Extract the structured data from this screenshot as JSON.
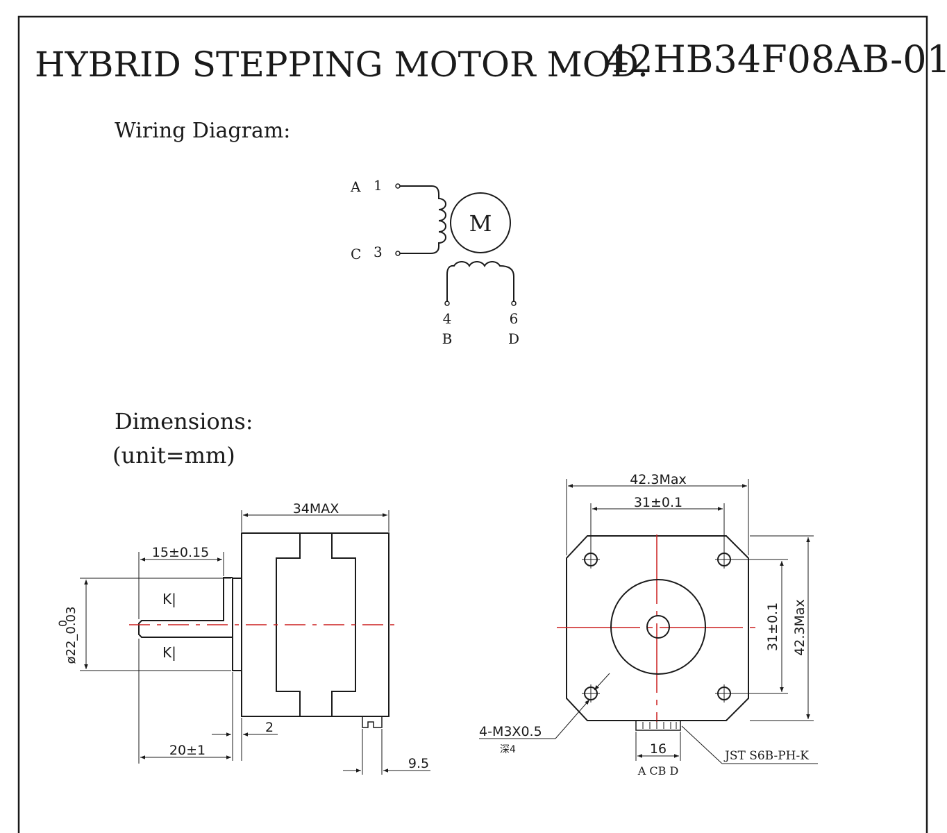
{
  "title": {
    "prefix": "HYBRID STEPPING MOTOR MOD.",
    "model": "42HB34F08AB-01"
  },
  "wiring": {
    "heading": "Wiring Diagram:",
    "motor_label": "M",
    "coil_a": {
      "letter": "A",
      "pin": "1"
    },
    "coil_c": {
      "letter": "C",
      "pin": "3"
    },
    "coil_b": {
      "pin": "4",
      "letter": "B"
    },
    "coil_d": {
      "pin": "6",
      "letter": "D"
    }
  },
  "dimensions": {
    "heading": "Dimensions:",
    "unit": "(unit=mm)",
    "side_view": {
      "body_length": "34MAX",
      "shaft_flat": "15±0.15",
      "shaft_diameter": "ø22_0.03",
      "shaft_diameter_upper_tol": "0",
      "flat_mark_top": "K|",
      "flat_mark_bottom": "K|",
      "flange_thickness": "2",
      "shaft_length": "20±1",
      "connector_offset": "9.5"
    },
    "front_view": {
      "overall_width": "42.3Max",
      "hole_spacing_h": "31±0.1",
      "hole_spacing_v": "31±0.1",
      "overall_height": "42.3Max",
      "holes": "4-M3X0.5",
      "holes_depth": "深4",
      "connector_width": "16",
      "connector_type": "JST S6B-PH-K",
      "pin_labels": "A CB D"
    }
  }
}
